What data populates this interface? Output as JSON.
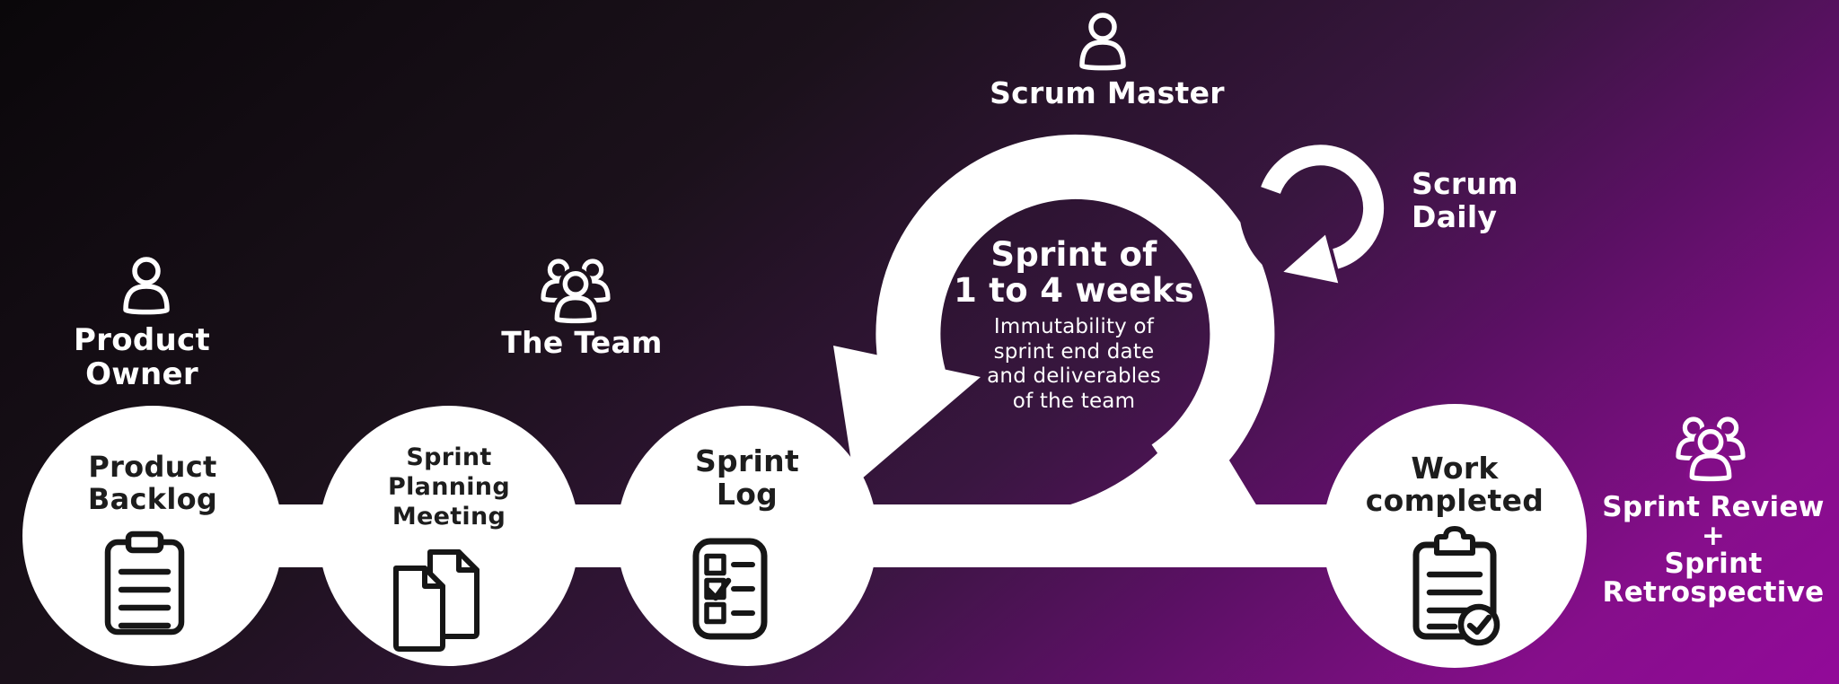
{
  "palette": {
    "background_dark": "#0a070a",
    "background_purple": "#8a0f8e",
    "shape_white": "#ffffff",
    "icon_dark": "#161616",
    "circle_text_dark": "#1d1d1d"
  },
  "roles": {
    "product_owner": {
      "icon": "person-icon",
      "lines": [
        "Product",
        "Owner"
      ]
    },
    "the_team": {
      "icon": "team-icon",
      "lines": [
        "The Team"
      ]
    },
    "scrum_master": {
      "icon": "person-icon",
      "lines": [
        "Scrum Master"
      ]
    },
    "scrum_daily": {
      "icon": "loop-arrow-icon",
      "lines": [
        "Scrum",
        "Daily"
      ]
    },
    "sprint_review_retrospective": {
      "icon": "team-icon",
      "lines": [
        "Sprint Review",
        "+",
        "Sprint",
        "Retrospective"
      ]
    }
  },
  "loop": {
    "icon": "sprint-cycle-arrow",
    "title_lines": [
      "Sprint of",
      "1 to 4 weeks"
    ],
    "subtitle_lines": [
      "Immutability of",
      "sprint end date",
      "and deliverables",
      "of the team"
    ]
  },
  "stages": [
    {
      "icon": "clipboard-icon",
      "lines": [
        "Product",
        "Backlog"
      ]
    },
    {
      "icon": "documents-icon",
      "lines": [
        "Sprint",
        "Planning",
        "Meeting"
      ]
    },
    {
      "icon": "checklist-icon",
      "lines": [
        "Sprint",
        "Log"
      ]
    },
    {
      "icon": "clipboard-check-icon",
      "lines": [
        "Work",
        "completed"
      ]
    }
  ]
}
